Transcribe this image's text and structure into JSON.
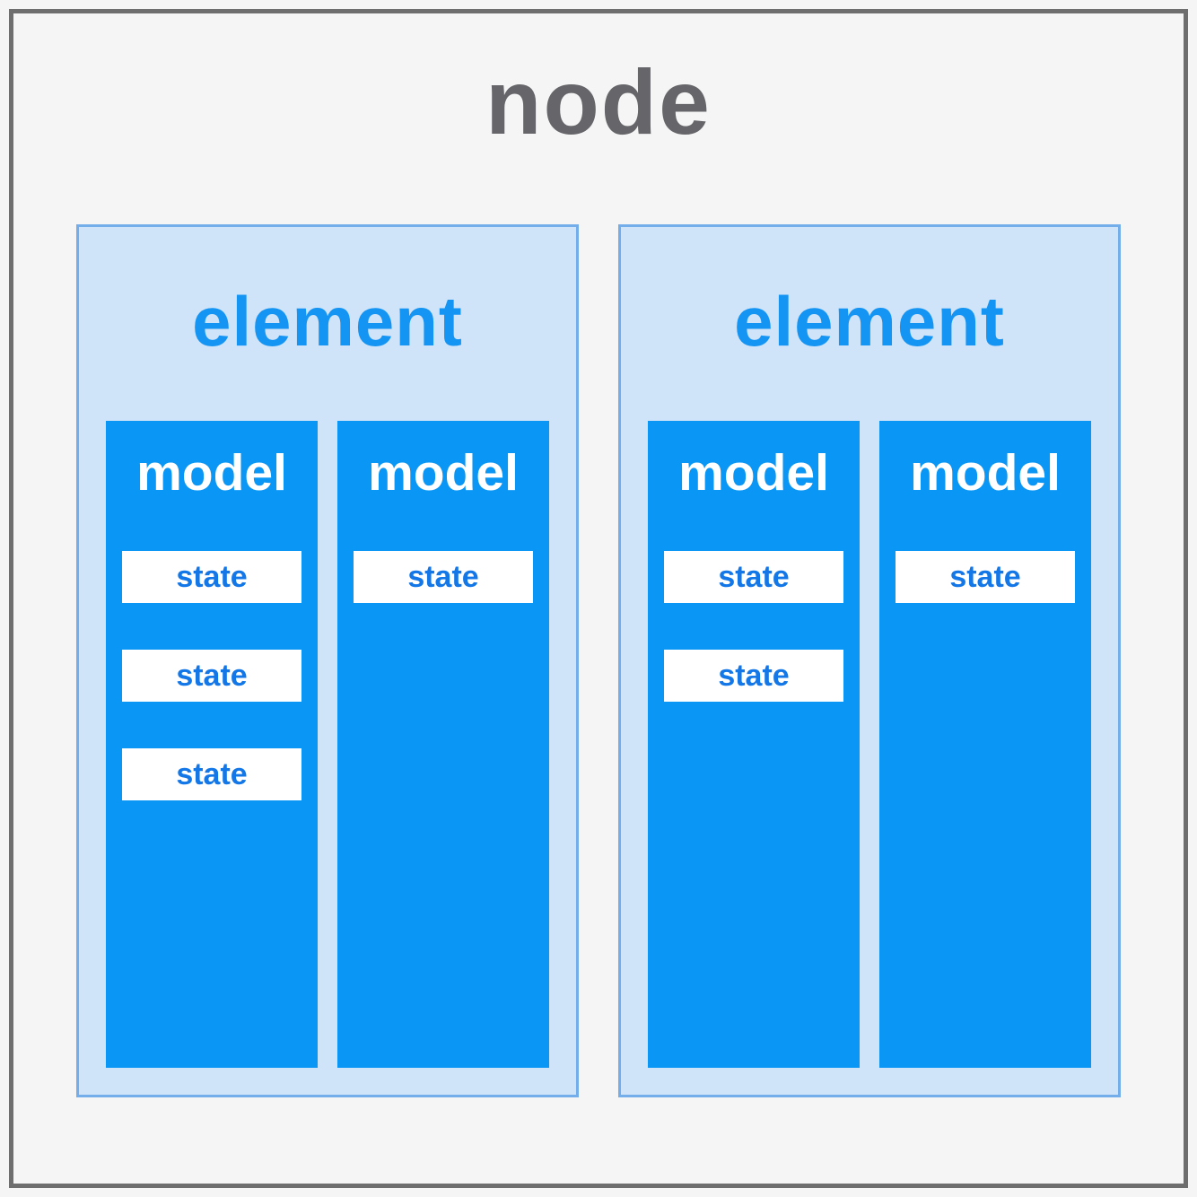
{
  "node": {
    "label": "node",
    "elements": [
      {
        "label": "element",
        "models": [
          {
            "label": "model",
            "states": [
              "state",
              "state",
              "state"
            ]
          },
          {
            "label": "model",
            "states": [
              "state"
            ]
          }
        ]
      },
      {
        "label": "element",
        "models": [
          {
            "label": "model",
            "states": [
              "state",
              "state"
            ]
          },
          {
            "label": "model",
            "states": [
              "state"
            ]
          }
        ]
      }
    ]
  },
  "colors": {
    "background": "#f5f5f6",
    "node_border": "#6e6e6e",
    "node_text": "#66666a",
    "element_fill": "#cfe3f9",
    "element_border": "#74aeea",
    "element_text": "#1494f3",
    "model_fill": "#0a96f5",
    "model_text": "#ffffff",
    "state_fill": "#ffffff",
    "state_text": "#1377e8"
  }
}
